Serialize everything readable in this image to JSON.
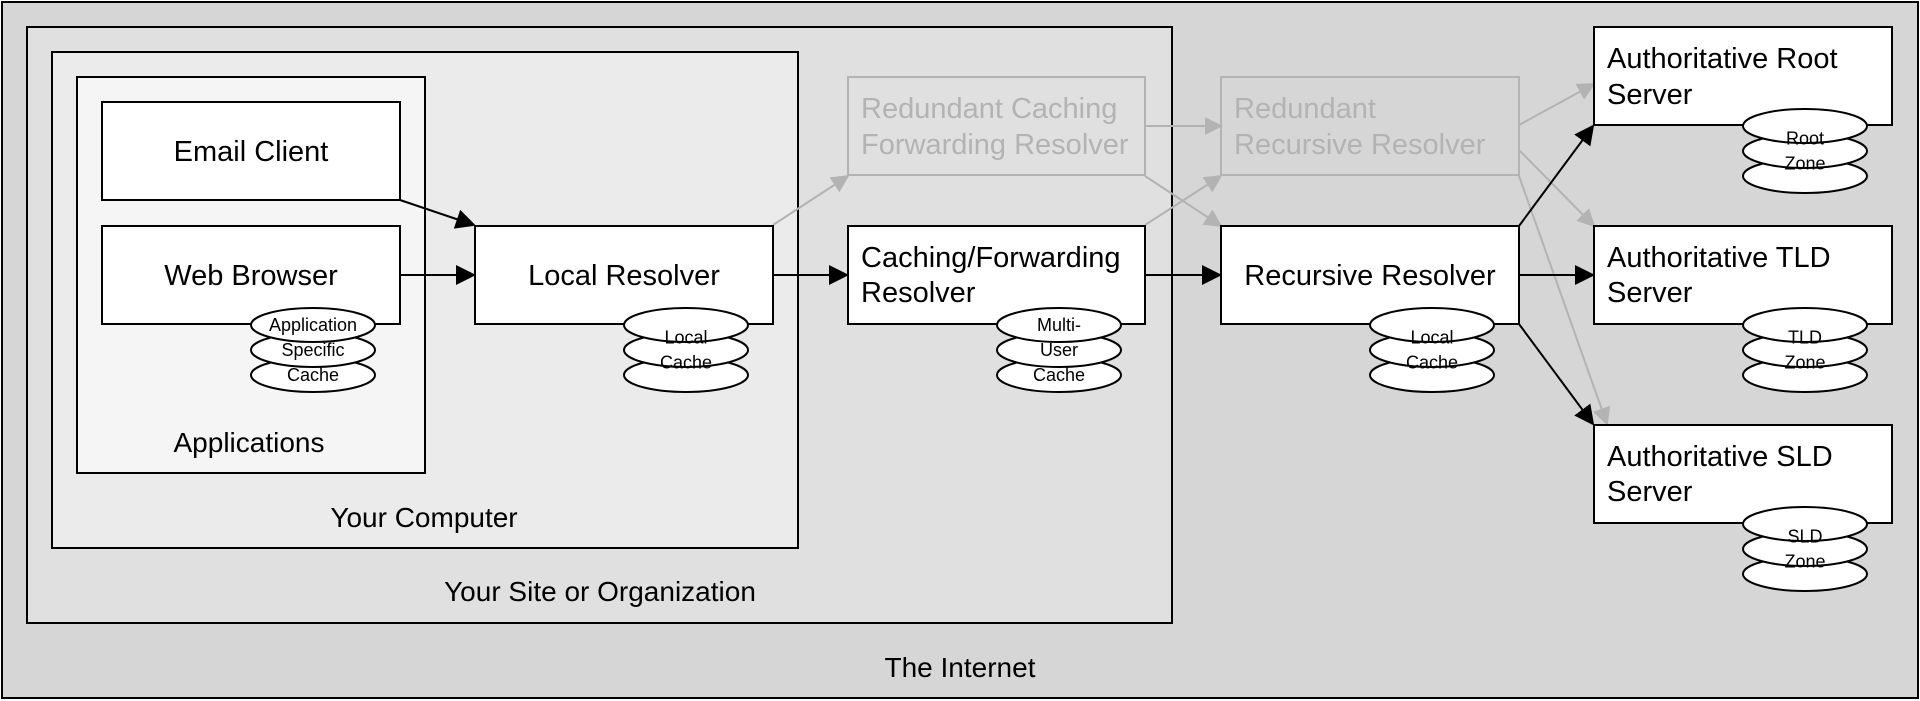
{
  "regions": {
    "internet": "The Internet",
    "organization": "Your Site or Organization",
    "computer": "Your Computer",
    "applications": "Applications"
  },
  "nodes": {
    "email_client": "Email Client",
    "web_browser": "Web Browser",
    "local_resolver": "Local Resolver",
    "caching_forwarding": {
      "line1": "Caching/Forwarding",
      "line2": "Resolver"
    },
    "redundant_caching": {
      "line1": "Redundant Caching",
      "line2": "Forwarding Resolver"
    },
    "redundant_recursive": {
      "line1": "Redundant",
      "line2": "Recursive Resolver"
    },
    "recursive_resolver": "Recursive Resolver",
    "auth_root": {
      "line1": "Authoritative Root",
      "line2": "Server"
    },
    "auth_tld": {
      "line1": "Authoritative TLD",
      "line2": "Server"
    },
    "auth_sld": {
      "line1": "Authoritative SLD",
      "line2": "Server"
    }
  },
  "databases": {
    "app_cache": [
      "Application",
      "Specific",
      "Cache"
    ],
    "local_cache": [
      "Local",
      "Cache"
    ],
    "multi_user_cache": [
      "Multi-",
      "User",
      "Cache"
    ],
    "recursive_cache": [
      "Local",
      "Cache"
    ],
    "root_zone": [
      "Root",
      "Zone"
    ],
    "tld_zone": [
      "TLD",
      "Zone"
    ],
    "sld_zone": [
      "SLD",
      "Zone"
    ]
  },
  "colors": {
    "internet_bg": "#d6d6d6",
    "organization_bg": "#e0e0e0",
    "computer_bg": "#ebebeb",
    "applications_bg": "#f5f5f5",
    "active_stroke": "#000000",
    "faded_stroke": "#b3b3b3"
  }
}
